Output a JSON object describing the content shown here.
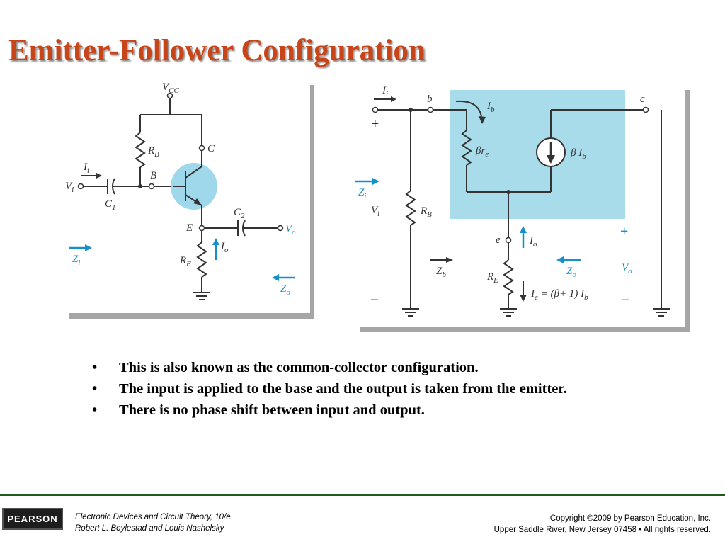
{
  "slide": {
    "title": "Emitter-Follower Configuration",
    "bullets": [
      "This is also known as the common-collector configuration.",
      "The input is applied to the base and the output is taken from the emitter.",
      "There is no phase shift between input and output."
    ]
  },
  "figure_left": {
    "vcc": "V",
    "vcc_sub": "CC",
    "rb": "R",
    "rb_sub": "B",
    "c": "C",
    "b": "B",
    "ii": "I",
    "ii_sub": "i",
    "vi": "V",
    "vi_sub": "i",
    "c1": "C",
    "c1_sub": "1",
    "c2": "C",
    "c2_sub": "2",
    "e": "E",
    "vo": "V",
    "vo_sub": "o",
    "io": "I",
    "io_sub": "o",
    "re": "R",
    "re_sub": "E",
    "zi": "Z",
    "zi_sub": "i",
    "zo": "Z",
    "zo_sub": "o"
  },
  "figure_right": {
    "ii": "I",
    "ii_sub": "i",
    "b": "b",
    "c": "c",
    "ib": "I",
    "ib_sub": "b",
    "beta_re": "βr",
    "beta_re_sub": "e",
    "beta_ib": "β I",
    "beta_ib_sub": "b",
    "plus_in": "+",
    "minus_in": "–",
    "zi": "Z",
    "zi_sub": "i",
    "vi": "V",
    "vi_sub": "i",
    "rb": "R",
    "rb_sub": "B",
    "e": "e",
    "io": "I",
    "io_sub": "o",
    "zb": "Z",
    "zb_sub": "b",
    "re": "R",
    "re_sub": "E",
    "zo": "Z",
    "zo_sub": "o",
    "plus_out": "+",
    "vo": "V",
    "vo_sub": "o",
    "minus_out": "–",
    "ie_lhs": "I",
    "ie_lhs_sub": "e",
    "ie_rhs": " = (β+ 1) I",
    "ie_rhs_sub": "b"
  },
  "footer": {
    "logo": "PEARSON",
    "book_title": "Electronic Devices and Circuit Theory, 10/e",
    "authors": "Robert L. Boylestad and Louis Nashelsky",
    "copyright": "Copyright ©2009 by Pearson Education, Inc.",
    "address": "Upper Saddle River, New Jersey 07458 • All rights reserved."
  },
  "colors": {
    "title": "#c8451a",
    "accent_cyan": "#1591c8",
    "box_fill": "#a8dcea",
    "transistor_fill": "#9fd8ea",
    "footer_rule": "#1f5d1f"
  }
}
